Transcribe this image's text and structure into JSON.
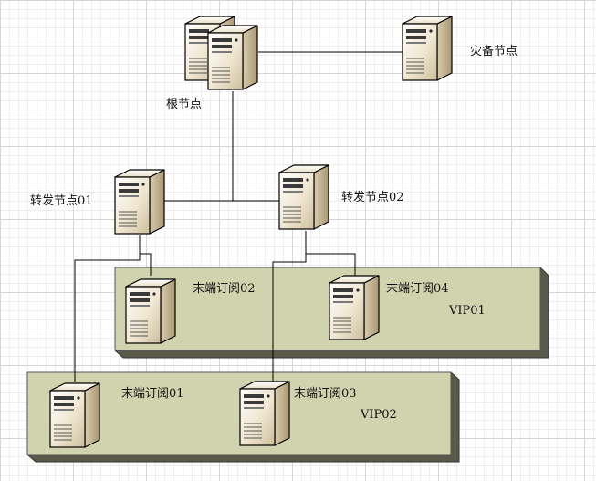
{
  "nodes": {
    "root": {
      "label": "根节点",
      "icon": "server-pair-icon"
    },
    "backup": {
      "label": "灾备节点",
      "icon": "server-icon"
    },
    "forward01": {
      "label": "转发节点01",
      "icon": "server-icon"
    },
    "forward02": {
      "label": "转发节点02",
      "icon": "server-icon"
    },
    "sub01": {
      "label": "末端订阅01",
      "icon": "server-icon"
    },
    "sub02": {
      "label": "末端订阅02",
      "icon": "server-icon"
    },
    "sub03": {
      "label": "末端订阅03",
      "icon": "server-icon"
    },
    "sub04": {
      "label": "末端订阅04",
      "icon": "server-icon"
    }
  },
  "groups": {
    "vip01": {
      "label": "VIP01",
      "color": "#d1d3ae"
    },
    "vip02": {
      "label": "VIP02",
      "color": "#d1d3ae"
    }
  },
  "colors": {
    "line": "#000000",
    "group_fill": "#d1d3ae",
    "server_body": "#e8dcc2"
  }
}
